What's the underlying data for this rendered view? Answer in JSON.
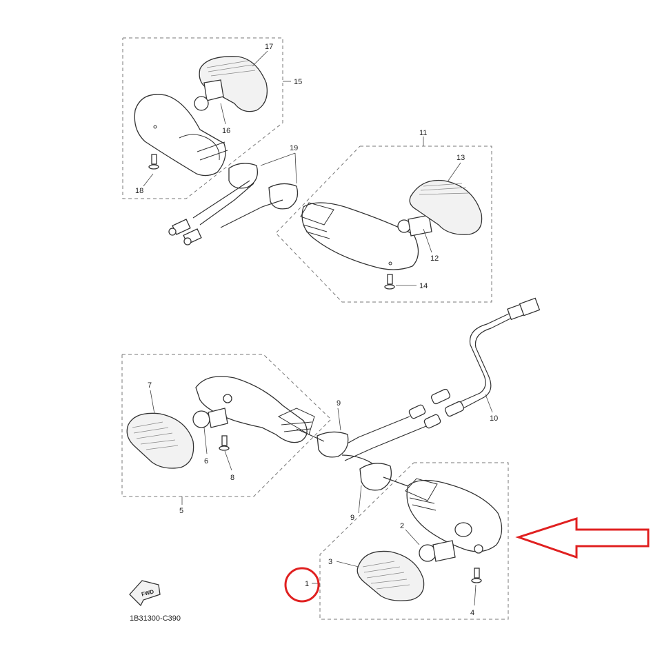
{
  "diagram": {
    "drawing_code": "1B31300-C390",
    "fwd_label": "FWD",
    "labels": {
      "p1": "1",
      "p2": "2",
      "p3": "3",
      "p4": "4",
      "p5": "5",
      "p6": "6",
      "p7": "7",
      "p8": "8",
      "p9a": "9",
      "p9b": "9",
      "p10": "10",
      "p11": "11",
      "p12": "12",
      "p13": "13",
      "p14": "14",
      "p15": "15",
      "p16": "16",
      "p17": "17",
      "p18": "18",
      "p19": "19"
    },
    "highlight_color": "#e02020",
    "line_color": "#333333"
  }
}
